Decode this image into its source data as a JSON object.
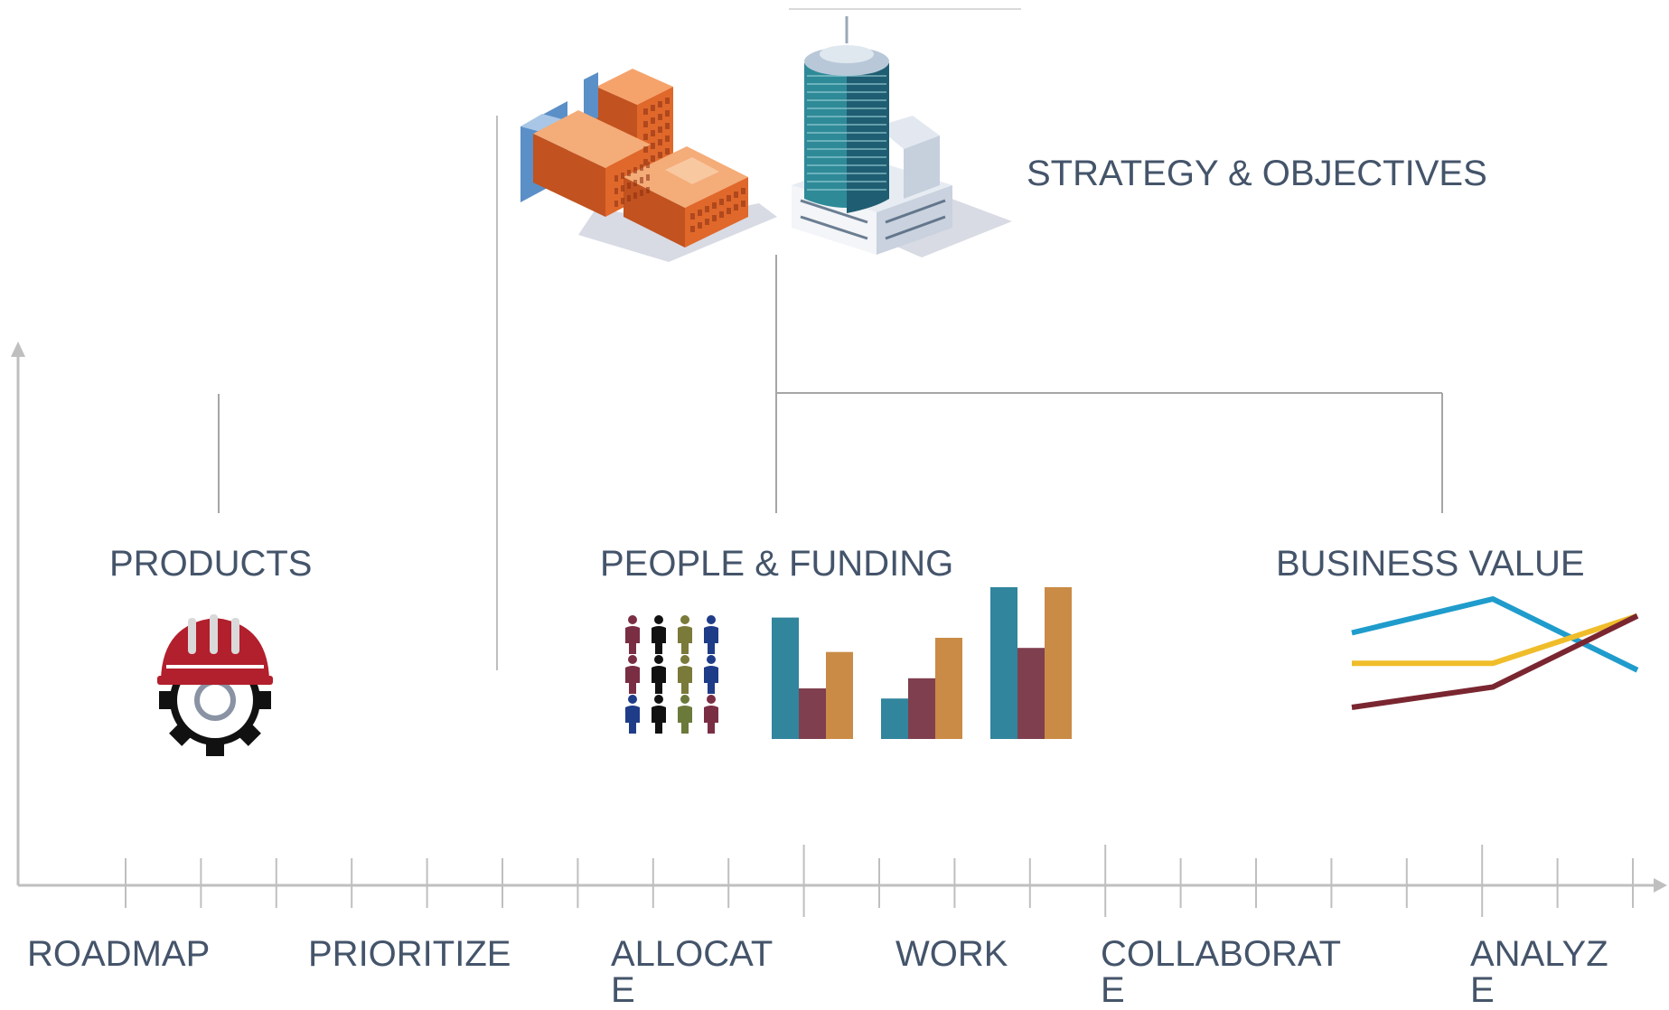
{
  "colors": {
    "text": "#44546a",
    "axis": "#bfbfbf",
    "connector": "#a6a6a6",
    "teal": "#31859c",
    "maroon": "#7f3f4f",
    "gold": "#c98b46",
    "line_blue": "#1f9ccc",
    "line_yellow": "#f0bd2a",
    "line_red": "#7a2630",
    "helmet_red": "#b21f2d"
  },
  "labels": {
    "strategy": "STRATEGY & OBJECTIVES",
    "products": "PRODUCTS",
    "people_funding": "PEOPLE & FUNDING",
    "business_value": "BUSINESS VALUE"
  },
  "axis_labels": {
    "roadmap": "ROADMAP",
    "prioritize": "PRIORITIZE",
    "allocate": "ALLOCATE",
    "work": "WORK",
    "collaborate": "COLLABORATE",
    "analyze": "ANALYZE"
  },
  "icons": {
    "buildings": "office-buildings-icon",
    "skyscraper": "skyscraper-icon",
    "products": "helmet-gear-icon",
    "people": "people-group-icon",
    "funding": "bar-chart-icon",
    "value": "line-chart-icon"
  },
  "people_colors": [
    [
      "#7a2e44",
      "#111111",
      "#7a7a3a",
      "#1f3c88"
    ],
    [
      "#7a2e44",
      "#111111",
      "#7a7a3a",
      "#1f3c88"
    ],
    [
      "#1f3c88",
      "#111111",
      "#6b7a3a",
      "#7a2e44"
    ]
  ],
  "funding_bars": [
    {
      "series": [
        "teal",
        "maroon",
        "gold"
      ],
      "values": [
        60,
        25,
        43
      ]
    },
    {
      "series": [
        "teal",
        "maroon",
        "gold"
      ],
      "values": [
        20,
        30,
        50
      ]
    },
    {
      "series": [
        "teal",
        "maroon",
        "gold"
      ],
      "values": [
        75,
        45,
        75
      ]
    }
  ],
  "value_lines": [
    {
      "color": "line_blue",
      "values": [
        2.0,
        3.0,
        0.9
      ]
    },
    {
      "color": "line_yellow",
      "values": [
        1.1,
        1.1,
        2.5
      ]
    },
    {
      "color": "line_red",
      "values": [
        -0.2,
        0.4,
        2.5
      ]
    }
  ]
}
